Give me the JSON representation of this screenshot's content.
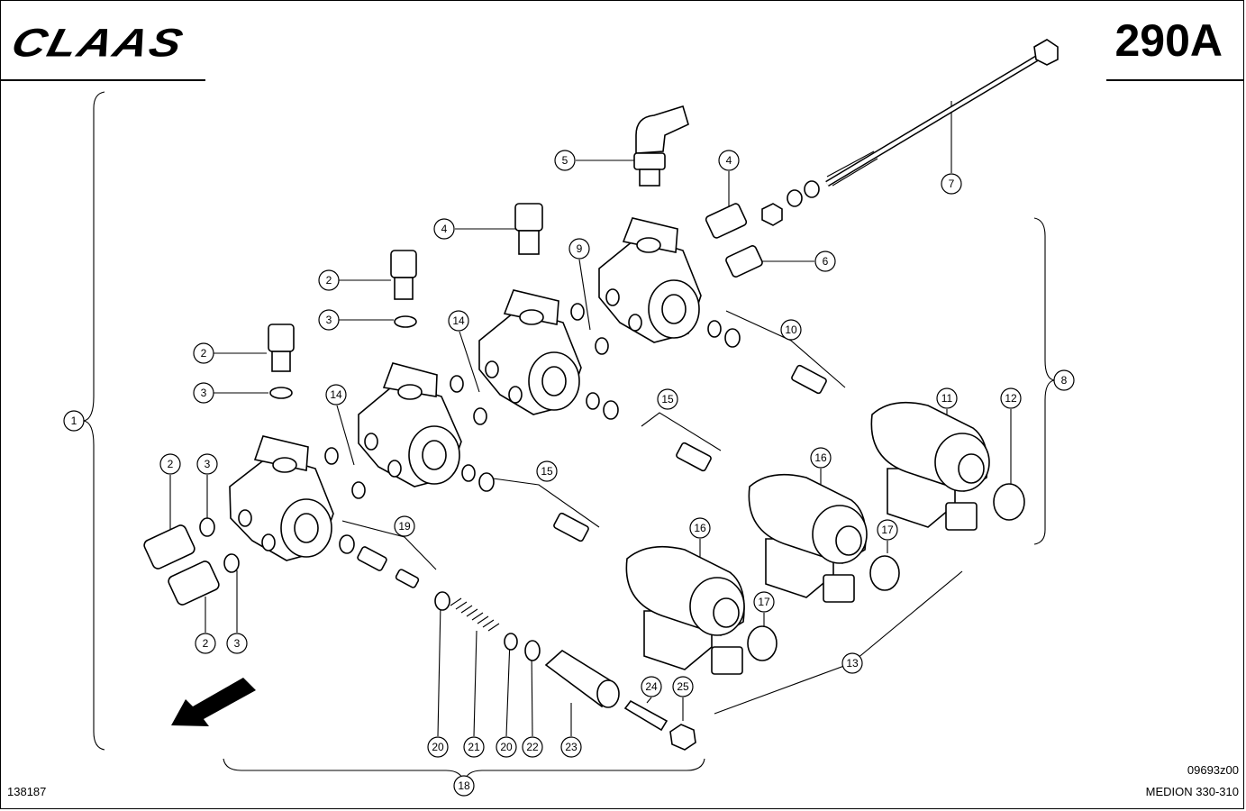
{
  "header": {
    "brand": "CLAAS",
    "page_number": "290A"
  },
  "footer": {
    "figure_number": "138187",
    "drawing_ref": "09693z00",
    "model": "MEDION 330-310"
  },
  "callouts": [
    {
      "id": "c1",
      "text": "1"
    },
    {
      "id": "c2a",
      "text": "2"
    },
    {
      "id": "c3a",
      "text": "3"
    },
    {
      "id": "c2b",
      "text": "2"
    },
    {
      "id": "c3b",
      "text": "3"
    },
    {
      "id": "c4a",
      "text": "4"
    },
    {
      "id": "c5",
      "text": "5"
    },
    {
      "id": "c4b",
      "text": "4"
    },
    {
      "id": "c7",
      "text": "7"
    },
    {
      "id": "c6",
      "text": "6"
    },
    {
      "id": "c9",
      "text": "9"
    },
    {
      "id": "c10",
      "text": "10"
    },
    {
      "id": "c14a",
      "text": "14"
    },
    {
      "id": "c14b",
      "text": "14"
    },
    {
      "id": "c15a",
      "text": "15"
    },
    {
      "id": "c15b",
      "text": "15"
    },
    {
      "id": "c8",
      "text": "8"
    },
    {
      "id": "c11",
      "text": "11"
    },
    {
      "id": "c12",
      "text": "12"
    },
    {
      "id": "c16a",
      "text": "16"
    },
    {
      "id": "c16b",
      "text": "16"
    },
    {
      "id": "c17a",
      "text": "17"
    },
    {
      "id": "c17b",
      "text": "17"
    },
    {
      "id": "c2c",
      "text": "2"
    },
    {
      "id": "c3c",
      "text": "3"
    },
    {
      "id": "c2d",
      "text": "2"
    },
    {
      "id": "c3d",
      "text": "3"
    },
    {
      "id": "c19",
      "text": "19"
    },
    {
      "id": "c13",
      "text": "13"
    },
    {
      "id": "c24",
      "text": "24"
    },
    {
      "id": "c25",
      "text": "25"
    },
    {
      "id": "c20a",
      "text": "20"
    },
    {
      "id": "c21",
      "text": "21"
    },
    {
      "id": "c20b",
      "text": "20"
    },
    {
      "id": "c22",
      "text": "22"
    },
    {
      "id": "c23",
      "text": "23"
    },
    {
      "id": "c18",
      "text": "18"
    }
  ]
}
